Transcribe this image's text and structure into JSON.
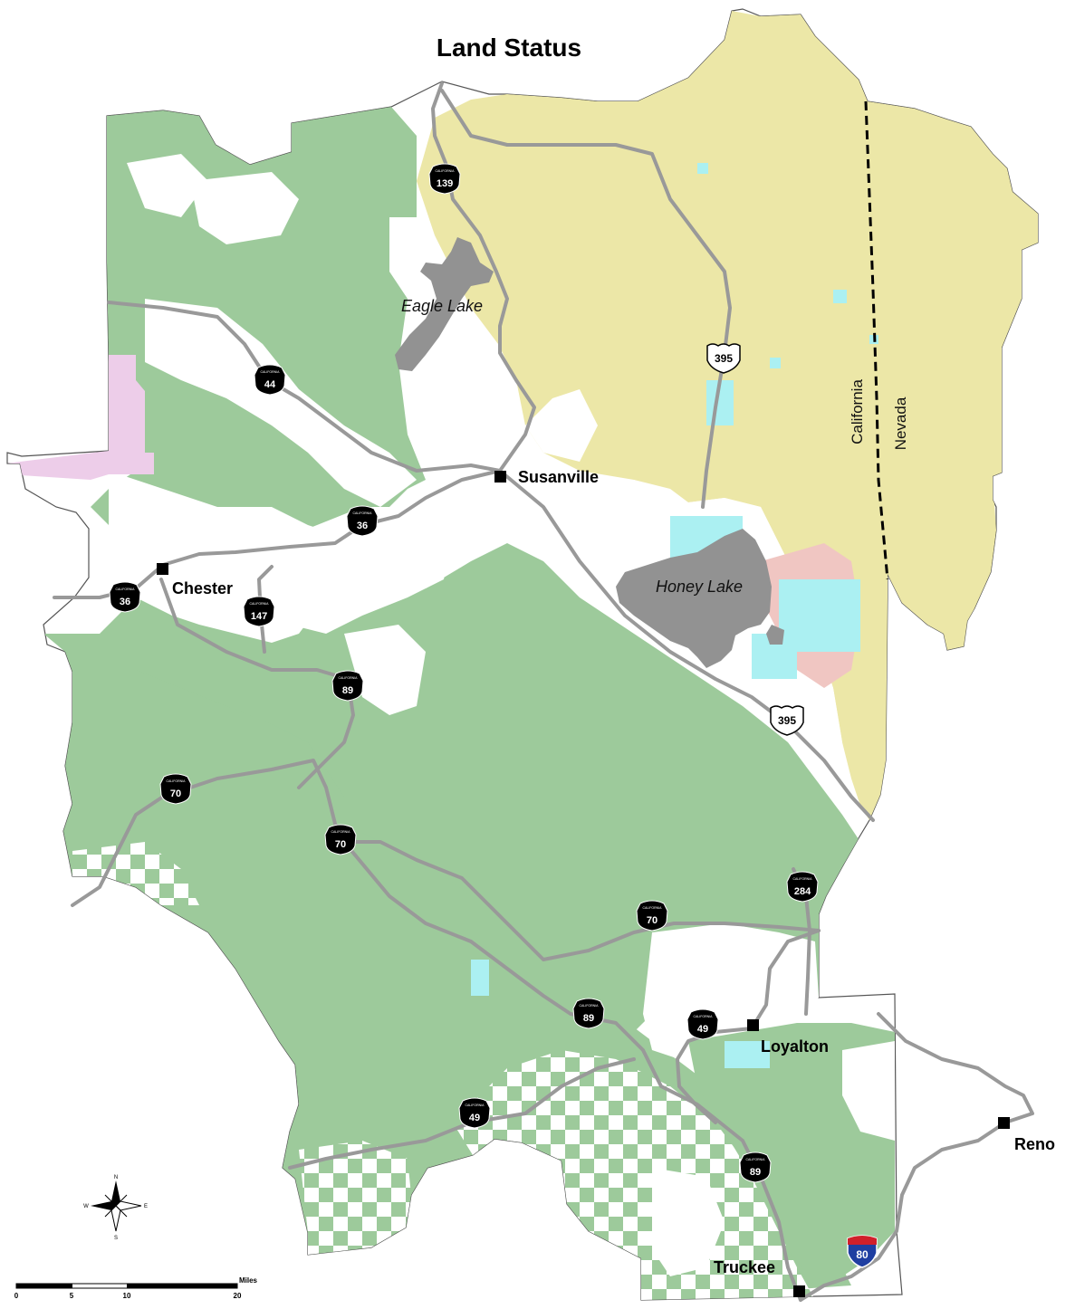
{
  "title": "Land Status",
  "colors": {
    "private_land": "#ffffff",
    "federal_forest": "#9dca9b",
    "blm_land": "#ece7a7",
    "state_land": "#abf0f2",
    "tribal_land": "#edcde9",
    "urban_or_other": "#f0c6c2",
    "water": "#929292",
    "highway": "#999999",
    "boundary": "#555555",
    "city_marker": "#000000"
  },
  "cities": [
    {
      "name": "Susanville"
    },
    {
      "name": "Chester"
    },
    {
      "name": "Loyalton"
    },
    {
      "name": "Reno"
    },
    {
      "name": "Truckee"
    }
  ],
  "lakes": [
    {
      "name": "Eagle Lake"
    },
    {
      "name": "Honey Lake"
    }
  ],
  "states": [
    {
      "name": "California"
    },
    {
      "name": "Nevada"
    }
  ],
  "state_route_shields": [
    "139",
    "44",
    "36",
    "36",
    "147",
    "89",
    "70",
    "70",
    "284",
    "70",
    "49",
    "89",
    "49",
    "89"
  ],
  "us_route_shields": [
    "395",
    "395"
  ],
  "interstate_shields": [
    "80"
  ],
  "shield_micro_text": "CALIFORNIA",
  "compass": {
    "north": "N",
    "south": "S",
    "east": "E",
    "west": "W"
  },
  "scale_bar": {
    "unit": "Miles",
    "ticks": [
      "0",
      "5",
      "10",
      "20"
    ]
  }
}
